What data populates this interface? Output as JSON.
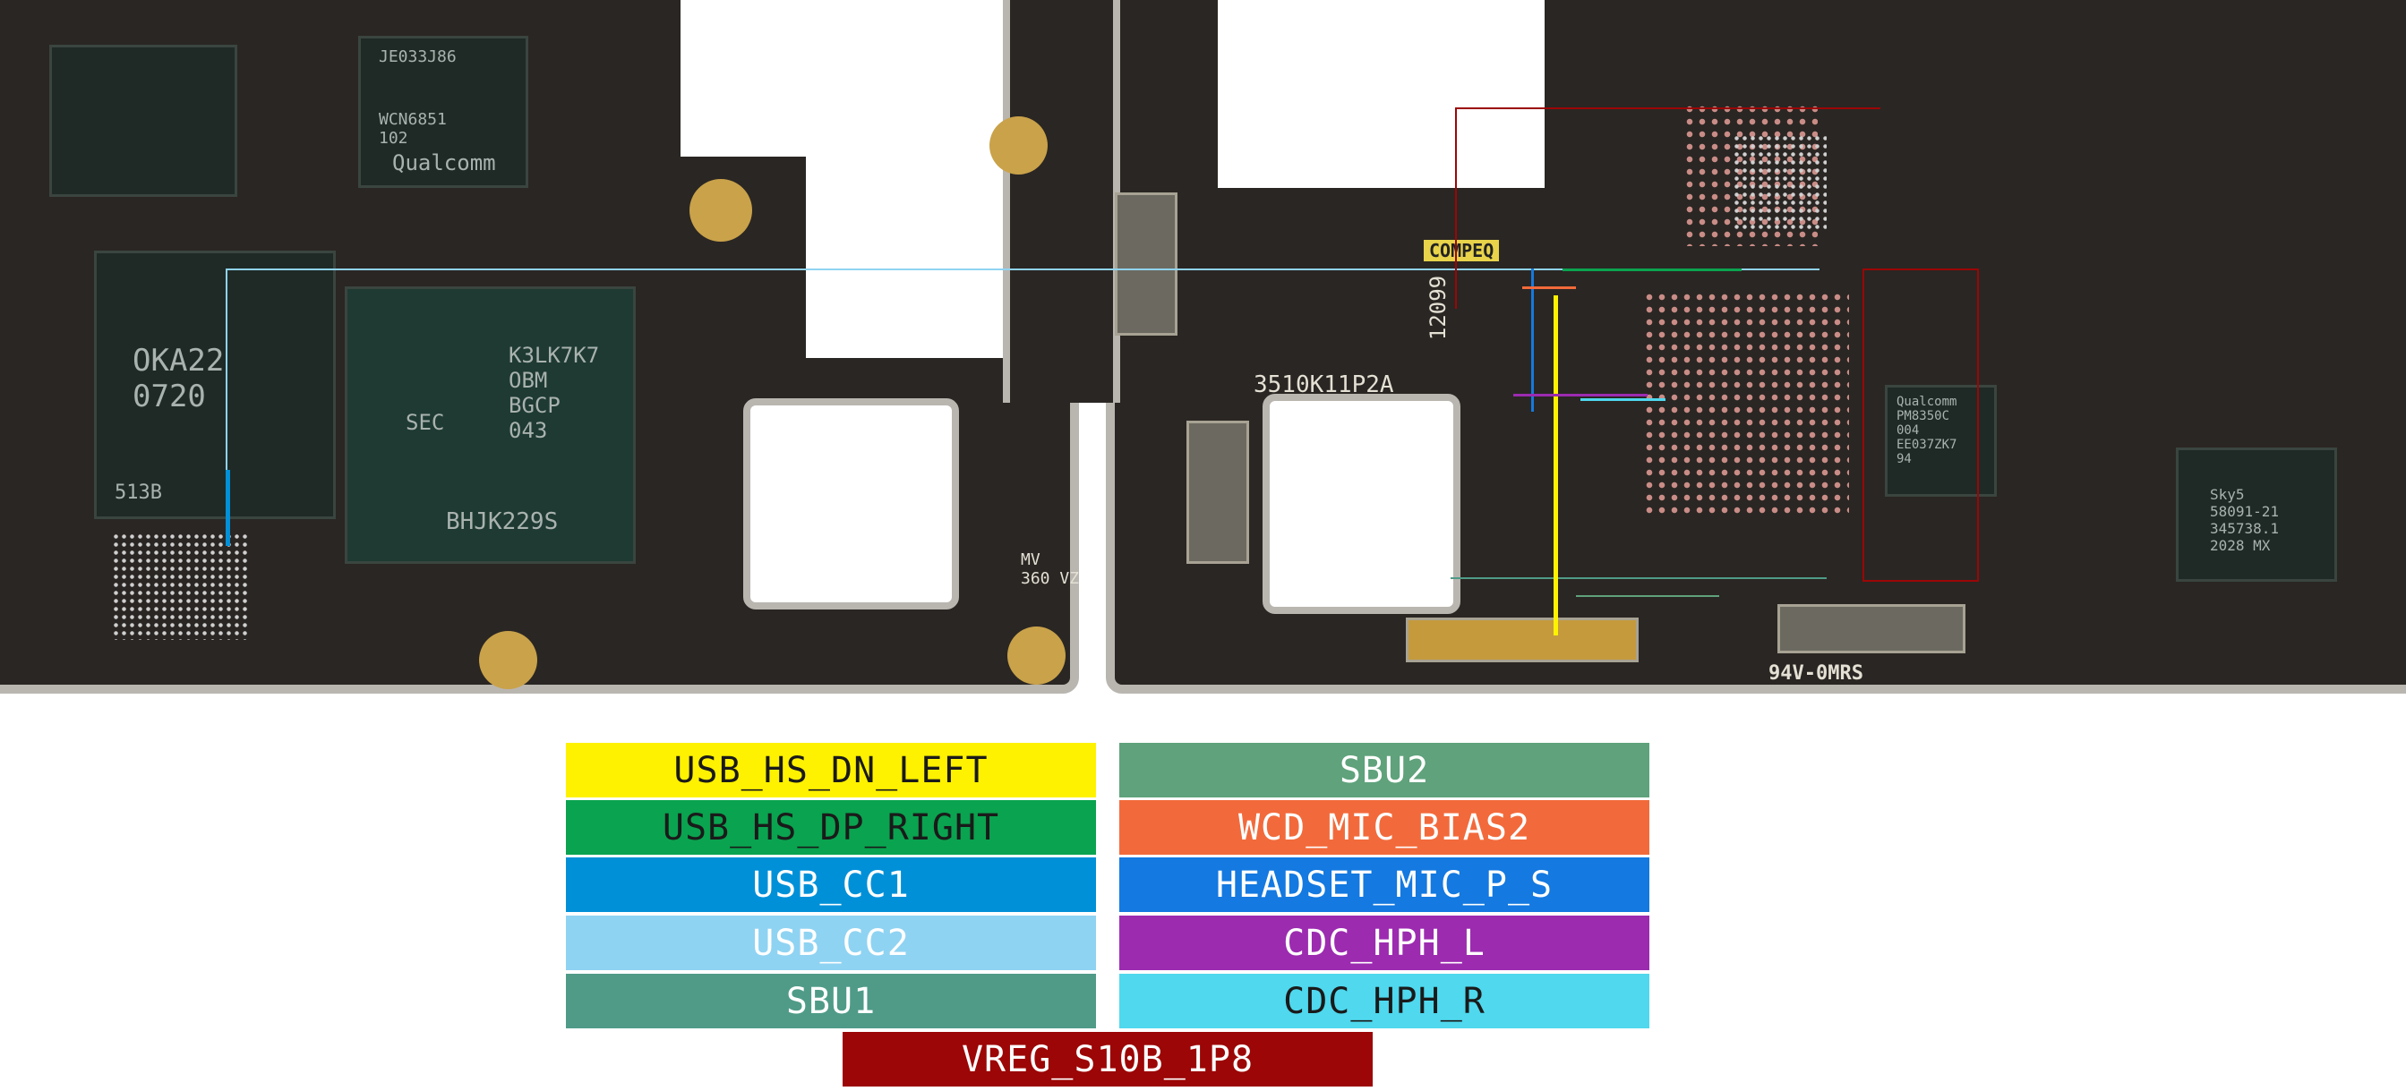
{
  "board": {
    "silkscreen": {
      "chip_k3": "K3LK7K7\nOBM\nBGCP\n043",
      "chip_k3_sec": "SEC",
      "chip_k3_bottom": "BHJK229S",
      "chip_left": "OKA22\n0720",
      "chip_left_id": "513B",
      "qualcomm_top": "Qualcomm",
      "qualcomm_id": "WCN6851\n102",
      "qualcomm_code": "JE033J86",
      "pmic_label": "Qualcomm\nPM8350C\n004\nEE037ZK7\n94",
      "sky5_label": "Sky5\n58091-21\n345738.1\n2028 MX",
      "pcb_code": "3510K11P2A",
      "pcb_num": "12099",
      "pcb_rating": "94V-0MRS",
      "compeq": "COMPEQ",
      "mv_label": "MV\n360 VZ"
    }
  },
  "legend": {
    "items": [
      {
        "key": "usb_hs_dn_left",
        "label": "USB_HS_DN_LEFT",
        "bg": "#fff200",
        "fg": "#1a1a1a"
      },
      {
        "key": "sbu2",
        "label": "SBU2",
        "bg": "#5fa27b",
        "fg": "#ffffff"
      },
      {
        "key": "usb_hs_dp_right",
        "label": "USB_HS_DP_RIGHT",
        "bg": "#0aa34f",
        "fg": "#1a1a1a"
      },
      {
        "key": "wcd_mic_bias2",
        "label": "WCD_MIC_BIAS2",
        "bg": "#f26a3b",
        "fg": "#ffffff"
      },
      {
        "key": "usb_cc1",
        "label": "USB_CC1",
        "bg": "#0090d8",
        "fg": "#ffffff"
      },
      {
        "key": "headset_mic_p_s",
        "label": "HEADSET_MIC_P_S",
        "bg": "#1479e0",
        "fg": "#ffffff"
      },
      {
        "key": "usb_cc2",
        "label": "USB_CC2",
        "bg": "#8fd3f2",
        "fg": "#ffffff"
      },
      {
        "key": "cdc_hph_l",
        "label": "CDC_HPH_L",
        "bg": "#9c2bb0",
        "fg": "#ffffff"
      },
      {
        "key": "sbu1",
        "label": "SBU1",
        "bg": "#4f9b88",
        "fg": "#ffffff"
      },
      {
        "key": "cdc_hph_r",
        "label": "CDC_HPH_R",
        "bg": "#4fd8ee",
        "fg": "#1a1a1a"
      },
      {
        "key": "vreg_s10b_1p8",
        "label": "VREG_S10B_1P8",
        "bg": "#9c0606",
        "fg": "#ffffff"
      }
    ]
  }
}
